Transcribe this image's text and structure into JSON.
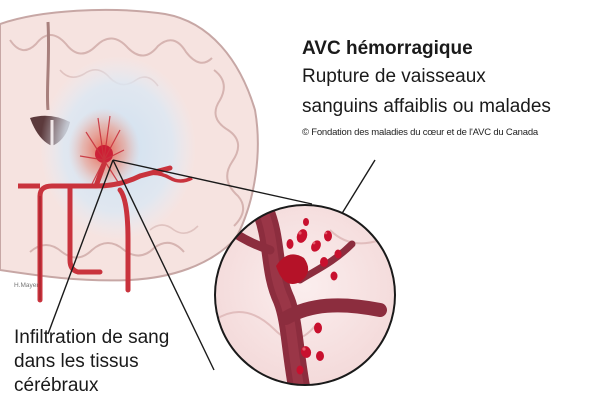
{
  "diagram": {
    "title": "AVC hémorragique",
    "subtitle_lines": [
      "Rupture de vaisseaux",
      "sanguins affaiblis ou malades"
    ],
    "credit": "© Fondation des maladies du cœur et de l'AVC du Canada",
    "artist": "H.Mayer",
    "caption_lines": [
      "Infiltration de sang",
      "dans les tissus",
      "cérébraux"
    ],
    "colors": {
      "brain_tissue": "#f6e3e0",
      "brain_outline": "#c7a7a5",
      "vessel": "#8c2d3e",
      "artery": "#c9333d",
      "blood": "#c8102e",
      "affected_area": "#cfe0f0"
    }
  }
}
